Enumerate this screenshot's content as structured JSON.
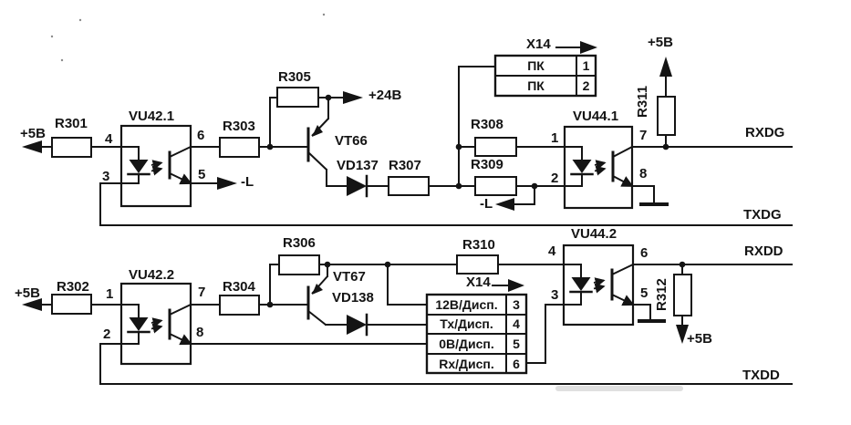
{
  "schematic": {
    "colors": {
      "ink": "#141414",
      "background": "#ffffff"
    },
    "power": {
      "plus5v": "+5В",
      "plus24v": "+24В",
      "minus_l": "-L"
    },
    "signals": {
      "rxdg": "RXDG",
      "txdg": "TXDG",
      "rxdd": "RXDD",
      "txdd": "TXDD"
    },
    "resistors": {
      "r301": "R301",
      "r302": "R302",
      "r303": "R303",
      "r304": "R304",
      "r305": "R305",
      "r306": "R306",
      "r307": "R307",
      "r308": "R308",
      "r309": "R309",
      "r310": "R310",
      "r311": "R311",
      "r312": "R312"
    },
    "optocouplers": {
      "vu421": {
        "label": "VU42.1",
        "pin_tl": "4",
        "pin_bl": "3",
        "pin_tr": "6",
        "pin_br": "5"
      },
      "vu422": {
        "label": "VU42.2",
        "pin_tl": "1",
        "pin_bl": "2",
        "pin_tr": "7",
        "pin_br": "8"
      },
      "vu441": {
        "label": "VU44.1",
        "pin_tl": "1",
        "pin_bl": "2",
        "pin_tr": "7",
        "pin_br": "8"
      },
      "vu442": {
        "label": "VU44.2",
        "pin_tl": "4",
        "pin_bl": "3",
        "pin_tr": "6",
        "pin_br": "5"
      }
    },
    "transistors": {
      "vt66": "VT66",
      "vt67": "VT67"
    },
    "diodes": {
      "vd137": "VD137",
      "vd138": "VD138"
    },
    "connectors": {
      "x14_top": {
        "label": "X14",
        "rows": [
          {
            "name": "ПК",
            "pin": "1"
          },
          {
            "name": "ПК",
            "pin": "2"
          }
        ]
      },
      "x14_bottom": {
        "label": "X14",
        "rows": [
          {
            "name": "12В/Дисп.",
            "pin": "3"
          },
          {
            "name": "Тх/Дисп.",
            "pin": "4"
          },
          {
            "name": "0В/Дисп.",
            "pin": "5"
          },
          {
            "name": "Rx/Дисп.",
            "pin": "6"
          }
        ]
      }
    }
  }
}
